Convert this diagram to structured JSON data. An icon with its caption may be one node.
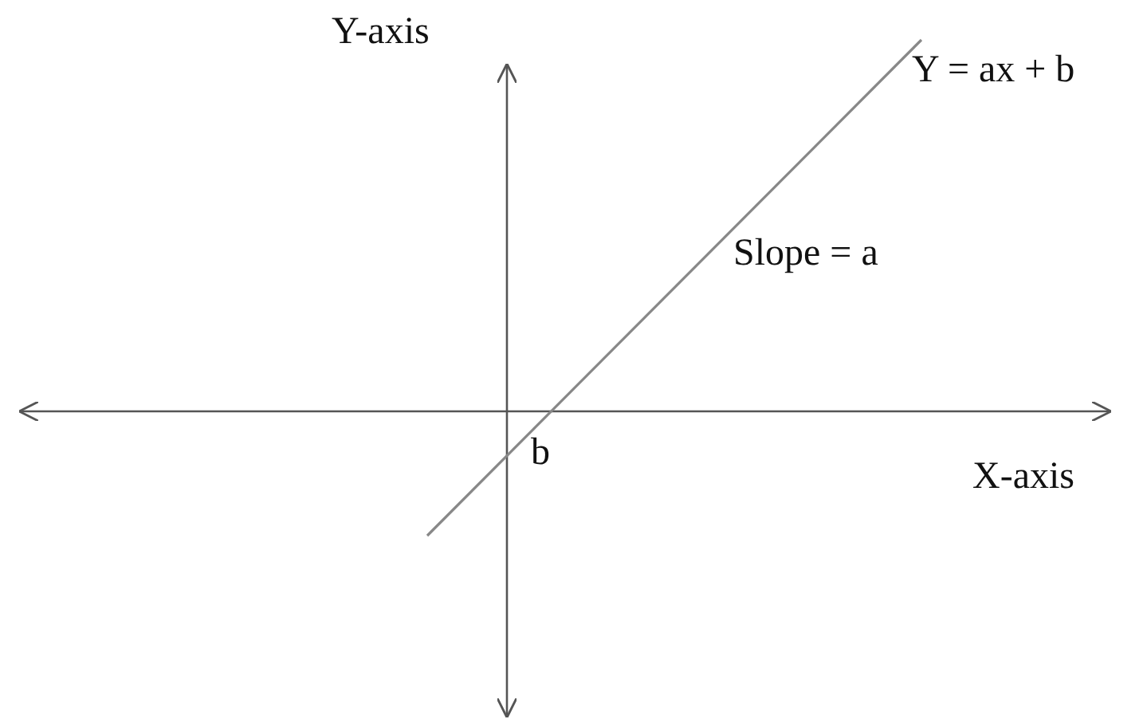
{
  "diagram": {
    "labels": [
      "Y-axis",
      "Y = ax + b",
      "Slope = a",
      "b",
      "X-axis"
    ]
  }
}
